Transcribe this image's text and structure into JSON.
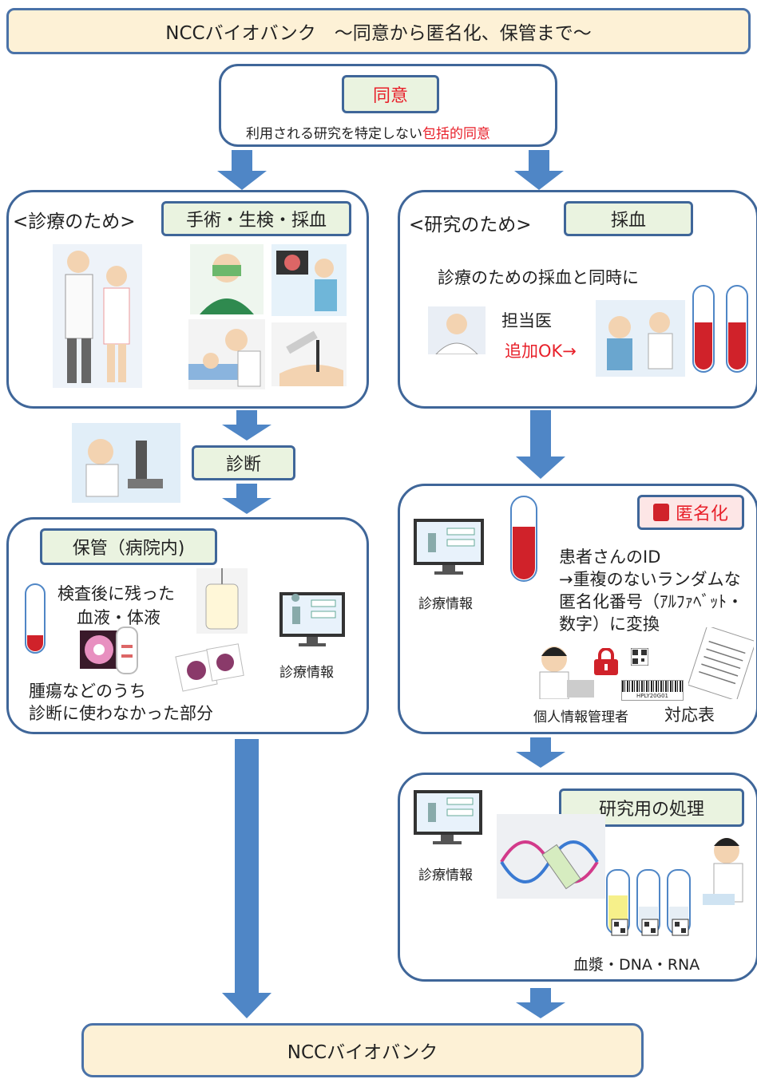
{
  "title": "NCCバイオバンク　～同意から匿名化、保管まで～",
  "consent": {
    "label": "同意",
    "desc_prefix": "利用される研究を特定しない",
    "desc_highlight": "包括的同意"
  },
  "clinical": {
    "heading": "<診療のため>",
    "procedures": "手術・生検・採血"
  },
  "research": {
    "heading": "<研究のため>",
    "procedure": "採血",
    "note": "診療のための採血と同時に",
    "doctor": "担当医",
    "extra": "追加OK→"
  },
  "diagnosis": "診断",
  "storage": {
    "label": "保管（病院内)",
    "residual_line1": "検査後に残った",
    "residual_line2": "血液・体液",
    "tumor_line1": "腫瘍などのうち",
    "tumor_line2": "診断に使わなかった部分",
    "clinical_info": "診療情報"
  },
  "anonymization": {
    "label": "匿名化",
    "clinical_info": "診療情報",
    "line1": "患者さんのID",
    "line2": "→重複のないランダムな",
    "line3": "匿名化番号（ｱﾙﾌｧﾍﾞｯﾄ・",
    "line4": "数字）に変換",
    "manager": "個人情報管理者",
    "table": "対応表",
    "barcode_text": "HPLY20G01"
  },
  "processing": {
    "label": "研究用の処理",
    "clinical_info": "診療情報",
    "outputs": "血漿・DNA・RNA"
  },
  "footer": "NCCバイオバンク",
  "colors": {
    "border": "#3f6699",
    "arrow": "#4f86c6",
    "banner_bg": "#fdf1d6",
    "green_bg": "#eaf3e0",
    "highlight": "#e8202a"
  }
}
